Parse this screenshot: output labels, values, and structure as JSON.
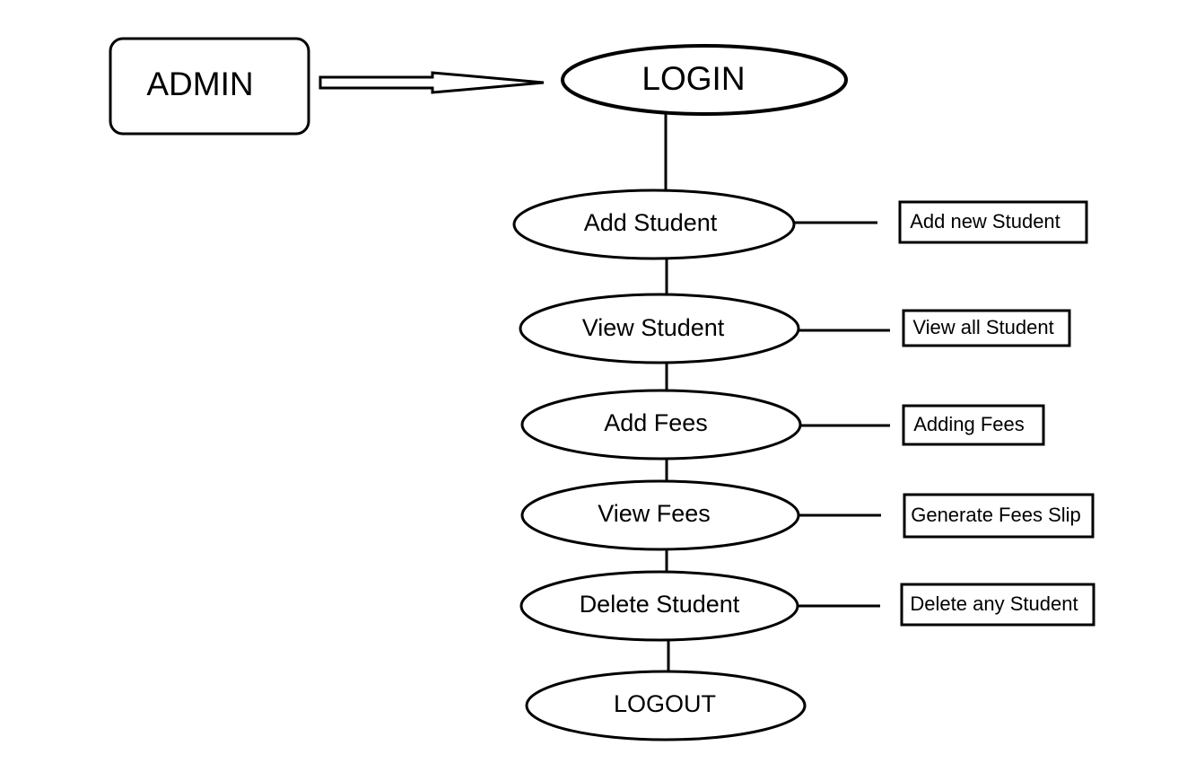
{
  "actor": {
    "label": "ADMIN"
  },
  "start_node": {
    "label": "LOGIN"
  },
  "steps": [
    {
      "label": "Add Student",
      "note": "Add new Student"
    },
    {
      "label": "View Student",
      "note": "View all Student"
    },
    {
      "label": "Add Fees",
      "note": "Adding Fees"
    },
    {
      "label": "View Fees",
      "note": "Generate Fees Slip"
    },
    {
      "label": "Delete Student",
      "note": "Delete any Student"
    }
  ],
  "end_node": {
    "label": "LOGOUT"
  },
  "colors": {
    "line": "#000000",
    "background": "#ffffff"
  }
}
